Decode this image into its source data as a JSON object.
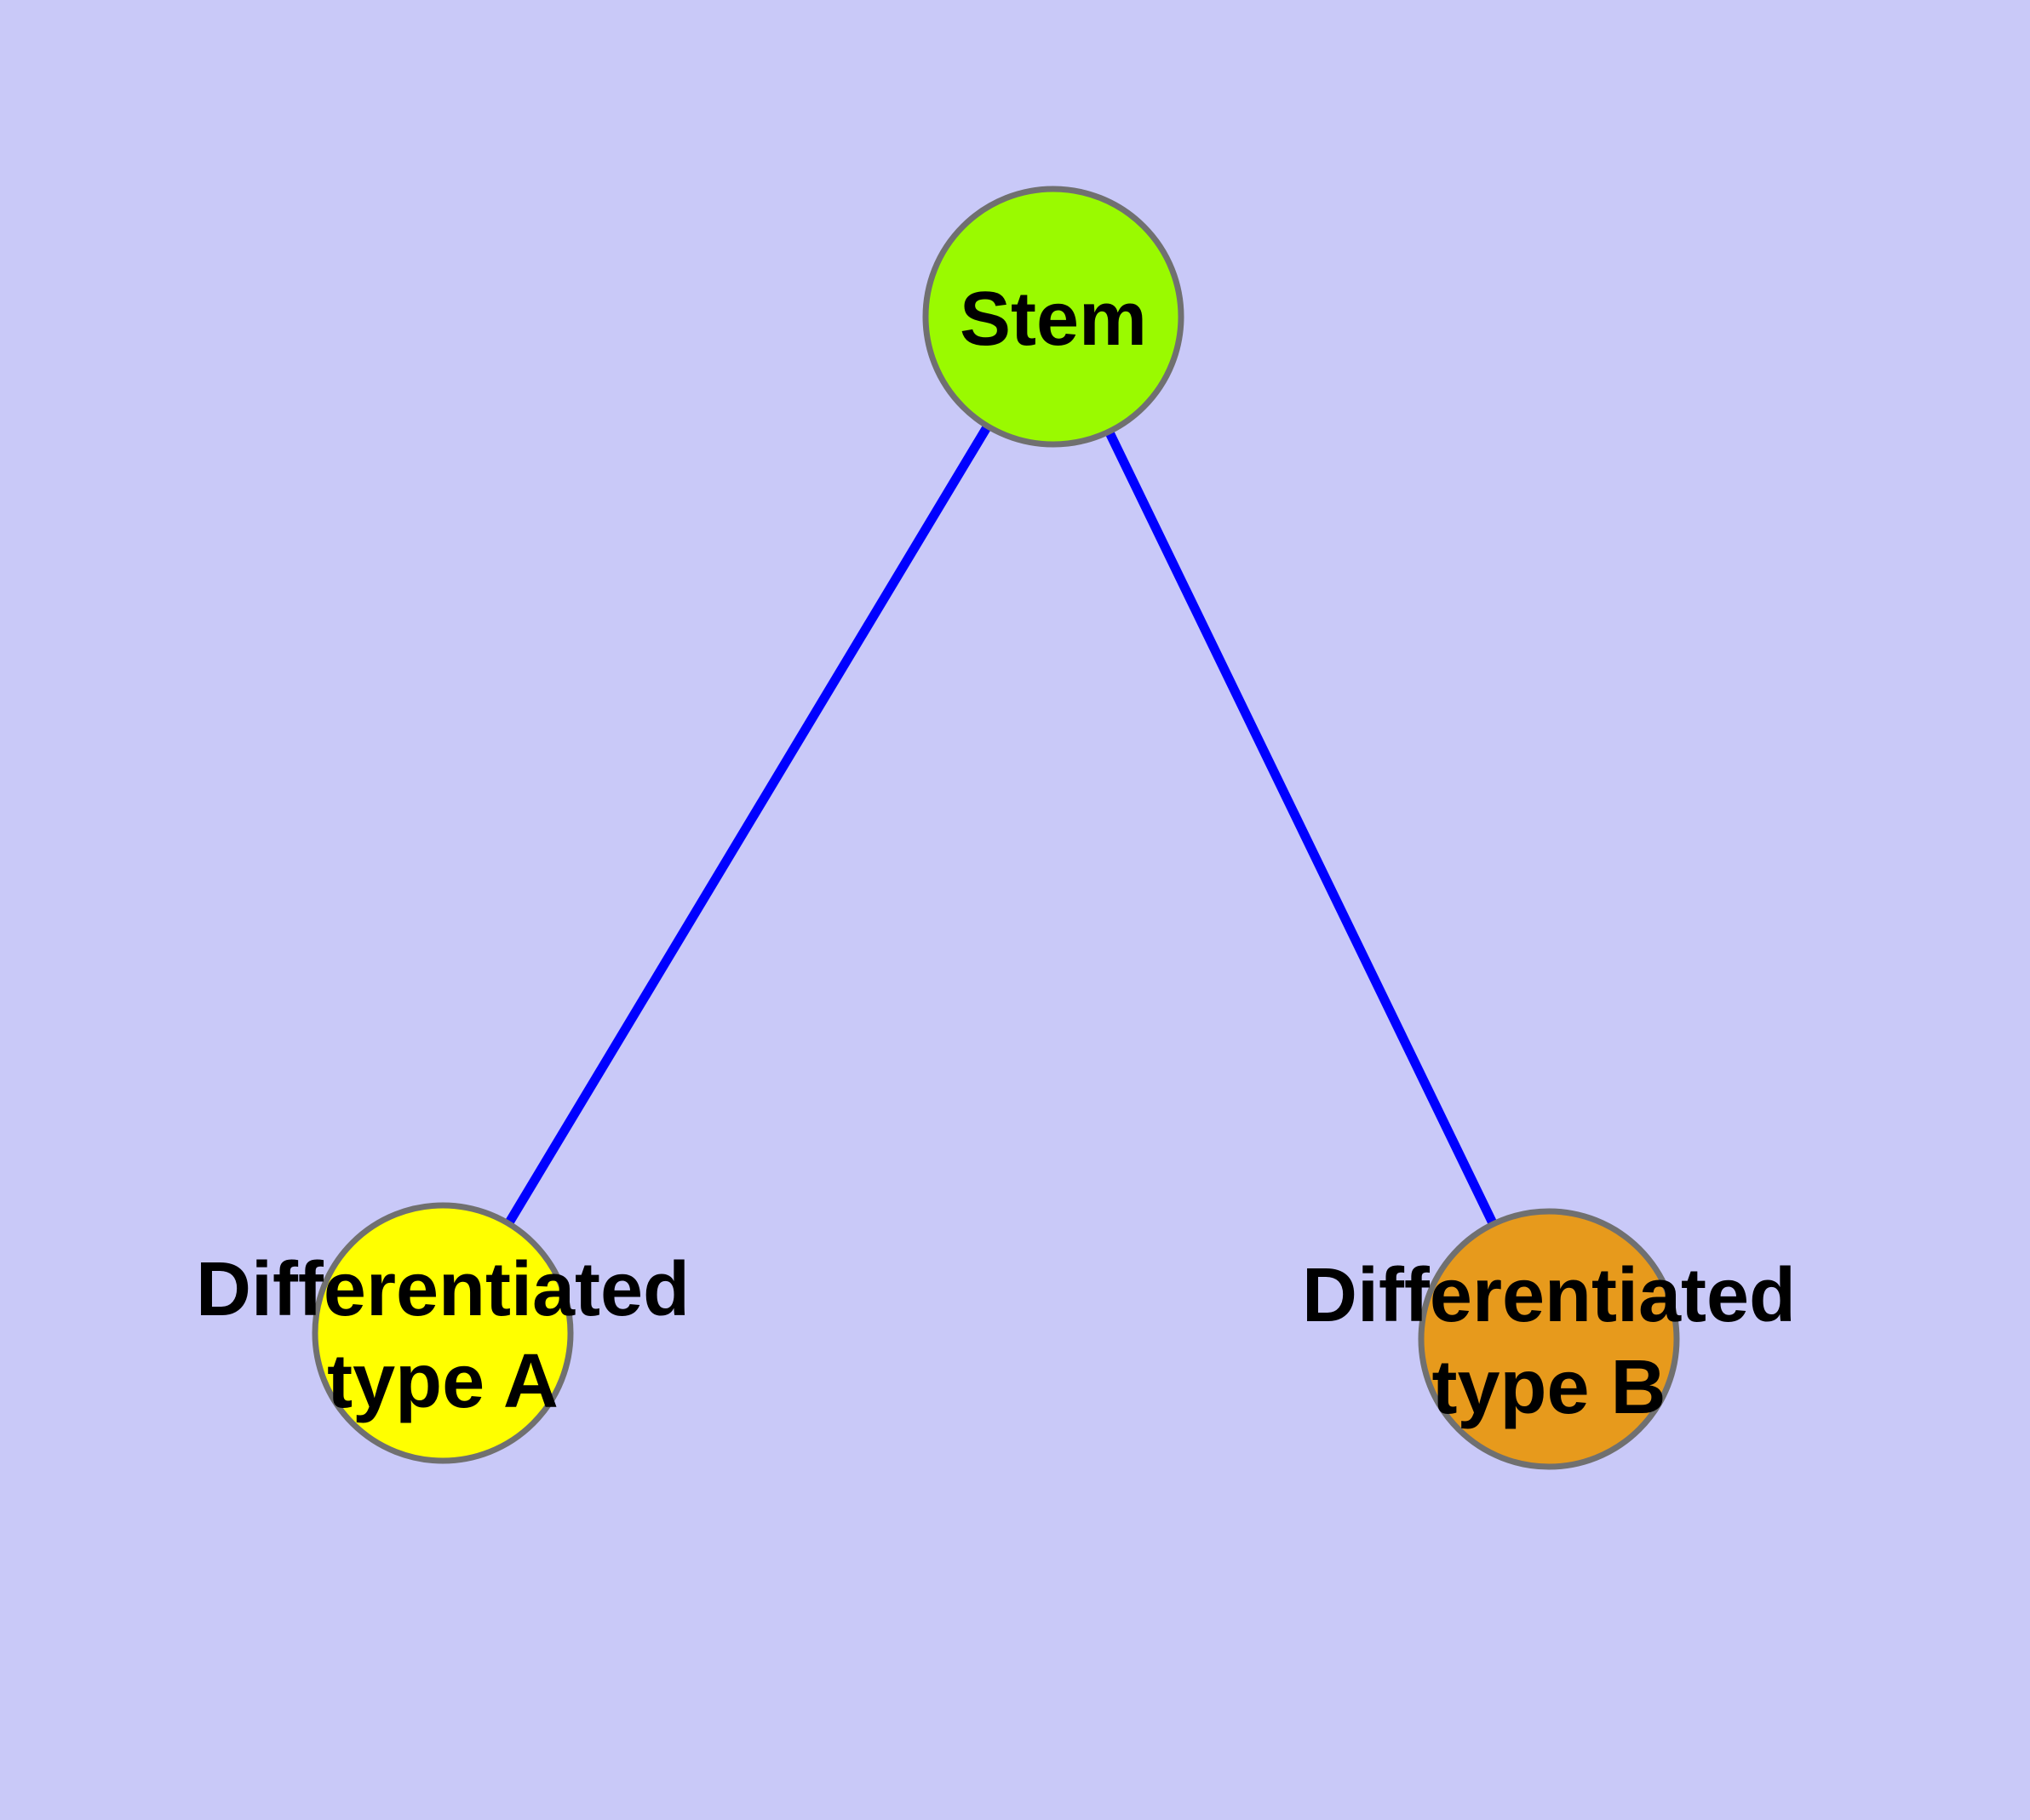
{
  "colors": {
    "background": "#C9C9F8",
    "edge": "#0000FF",
    "node_border": "#707070",
    "label_text": "#000000"
  },
  "nodes": {
    "stem": {
      "label": "Stem",
      "fill": "#9AFA00"
    },
    "type_a": {
      "label_line1": "Differentiated",
      "label_line2": "type A",
      "fill": "#FFFF00"
    },
    "type_b": {
      "label_line1": "Differentiated",
      "label_line2": "type B",
      "fill": "#E79A1C"
    }
  },
  "edges": [
    {
      "from": "Stem",
      "to": "Differentiated type A"
    },
    {
      "from": "Stem",
      "to": "Differentiated type B"
    }
  ]
}
